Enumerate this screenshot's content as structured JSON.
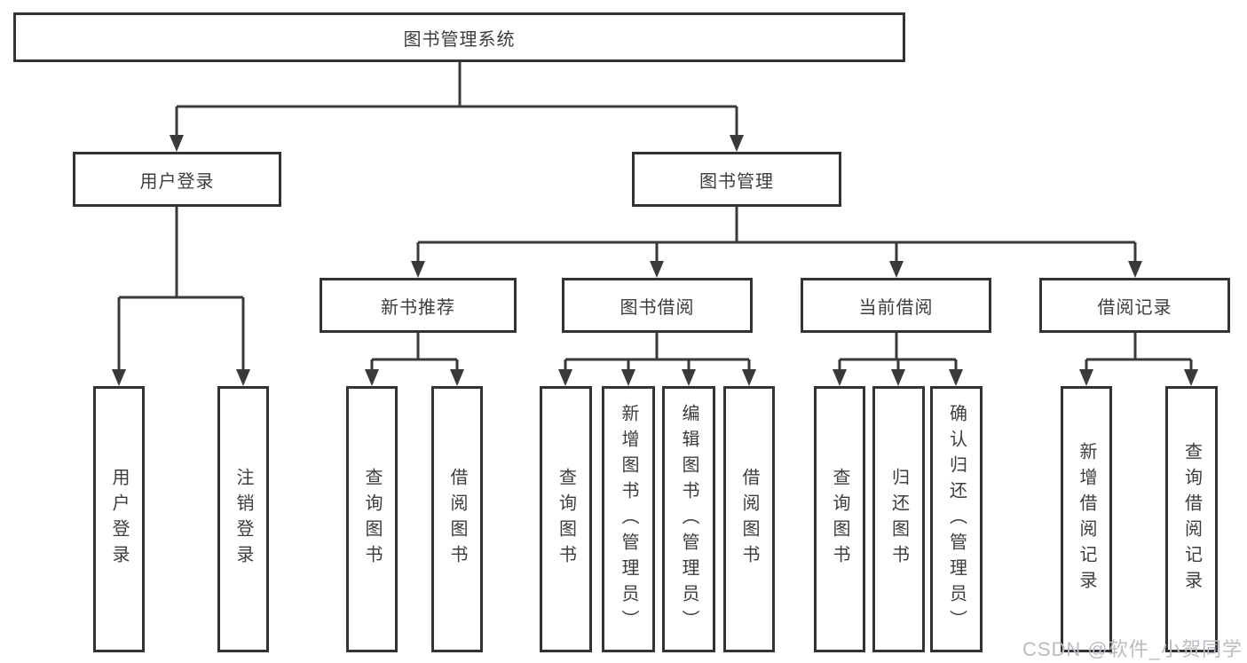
{
  "diagram": {
    "type": "tree-diagram",
    "title": "图书管理系统"
  },
  "colors": {
    "background": "#ffffff",
    "line": "#3a3a3a",
    "box_border": "#333333",
    "text": "#3d3d3d",
    "watermark": "#b9bcc2"
  },
  "hierarchy": {
    "root": {
      "label": "图书管理系统",
      "children": [
        {
          "label": "用户登录",
          "children": [
            {
              "label": "用户登录"
            },
            {
              "label": "注销登录"
            }
          ]
        },
        {
          "label": "图书管理",
          "children": [
            {
              "label": "新书推荐",
              "children": [
                {
                  "label": "查询图书"
                },
                {
                  "label": "借阅图书"
                }
              ]
            },
            {
              "label": "图书借阅",
              "children": [
                {
                  "label": "查询图书"
                },
                {
                  "label": "新增图书（管理员）"
                },
                {
                  "label": "编辑图书（管理员）"
                },
                {
                  "label": "借阅图书"
                }
              ]
            },
            {
              "label": "当前借阅",
              "children": [
                {
                  "label": "查询图书"
                },
                {
                  "label": "归还图书"
                },
                {
                  "label": "确认归还（管理员）"
                }
              ]
            },
            {
              "label": "借阅记录",
              "children": [
                {
                  "label": "新增借阅记录"
                },
                {
                  "label": "查询借阅记录"
                }
              ]
            }
          ]
        }
      ]
    }
  },
  "watermark": {
    "text": "CSDN @软件_小贺同学"
  }
}
